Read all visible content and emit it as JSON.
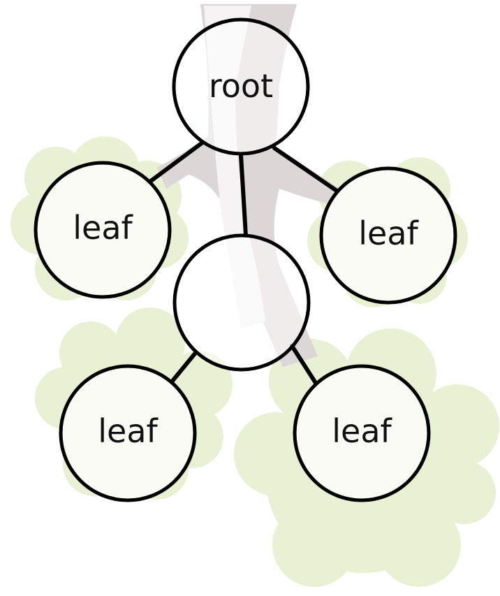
{
  "diagram": {
    "colors": {
      "foliage": "#e8f1d4",
      "trunk": "#ddd6d6",
      "trunk_light": "#f5f3f4",
      "node_fill": "#fafbf5",
      "node_fill_plain": "#ffffff",
      "stroke": "#000000"
    },
    "nodes": {
      "root": {
        "label": "root"
      },
      "inner": {
        "label": ""
      },
      "leaf_left": {
        "label": "leaf"
      },
      "leaf_right": {
        "label": "leaf"
      },
      "leaf_bottom_left": {
        "label": "leaf"
      },
      "leaf_bottom_right": {
        "label": "leaf"
      }
    },
    "edges": [
      {
        "from": "root",
        "to": "leaf_left"
      },
      {
        "from": "root",
        "to": "leaf_right"
      },
      {
        "from": "root",
        "to": "inner"
      },
      {
        "from": "inner",
        "to": "leaf_bottom_left"
      },
      {
        "from": "inner",
        "to": "leaf_bottom_right"
      }
    ]
  }
}
